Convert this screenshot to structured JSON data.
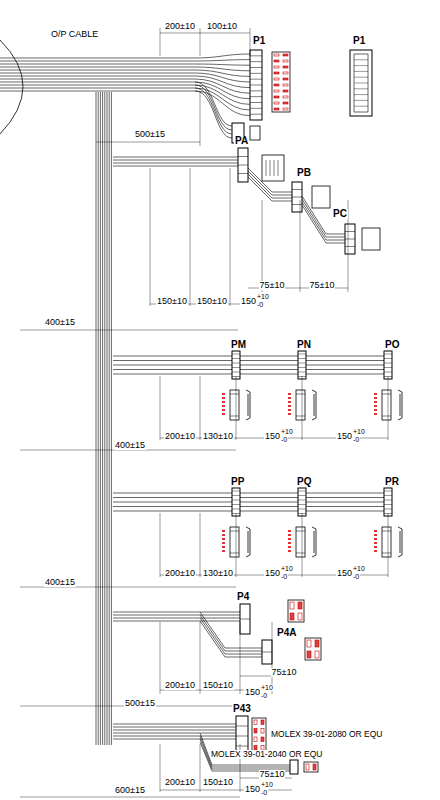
{
  "diagram": {
    "title": "O/P CABLE",
    "labels": [
      "200±10",
      "100±10",
      "P1",
      "P1",
      "500±15",
      "PA",
      "PB",
      "PC",
      "75±10",
      "75±10",
      "150±10",
      "150±10",
      "150",
      "+10",
      "-0",
      "400±15",
      "PM",
      "PN",
      "PO",
      "200±10",
      "130±10",
      "150",
      "+10",
      "-0",
      "150",
      "+10",
      "-0",
      "400±15",
      "PP",
      "PQ",
      "PR",
      "200±10",
      "130±10",
      "150",
      "+10",
      "-0",
      "150",
      "+10",
      "-0",
      "400±15",
      "P4",
      "P4A",
      "200±10",
      "150±10",
      "75±10",
      "150",
      "+10",
      "-0",
      "500±15",
      "P43",
      "MOLEX 39-01-2080 OR EQU",
      "MOLEX 39-01-2040 OR EQU",
      "75±10",
      "200±10",
      "150±10",
      "150",
      "+10",
      "-0",
      "600±15"
    ]
  }
}
